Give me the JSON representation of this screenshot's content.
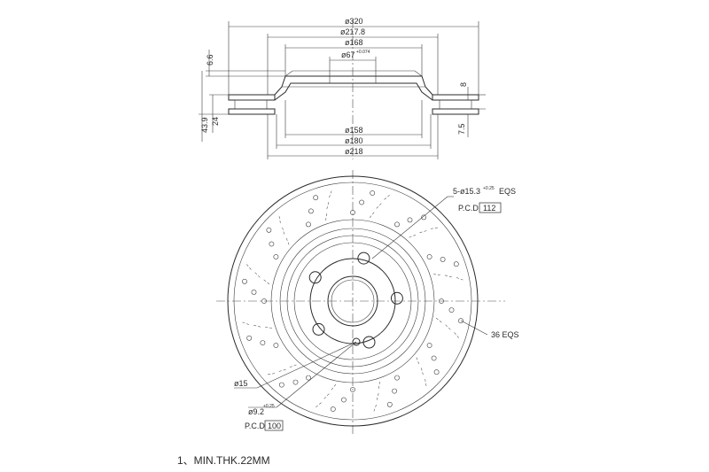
{
  "section_view": {
    "dims_horizontal": [
      "ø320",
      "ø217.8",
      "ø168",
      "ø67",
      "ø158",
      "ø180",
      "ø218"
    ],
    "hub_tolerance": "+0.074\n0",
    "dims_vertical_left": [
      "6.6",
      "43.9",
      "24"
    ],
    "dims_vertical_right": [
      "8",
      "7.5"
    ]
  },
  "front_view": {
    "bolt_hole_callout": "5-ø15.3",
    "bolt_hole_tolerance": "+0.25\n0",
    "bolt_hole_suffix": "EQS",
    "pcd_label_top": "P.C.D",
    "pcd_value_top": "112",
    "drill_count": "36 EQS",
    "small_hole": "ø15",
    "pin_hole": "ø9.2",
    "pin_hole_tolerance": "+0.25\n0",
    "pcd_label_bottom": "P.C.D",
    "pcd_value_bottom": "100"
  },
  "notes": {
    "min_thickness": "1、MIN.THK.22MM"
  }
}
